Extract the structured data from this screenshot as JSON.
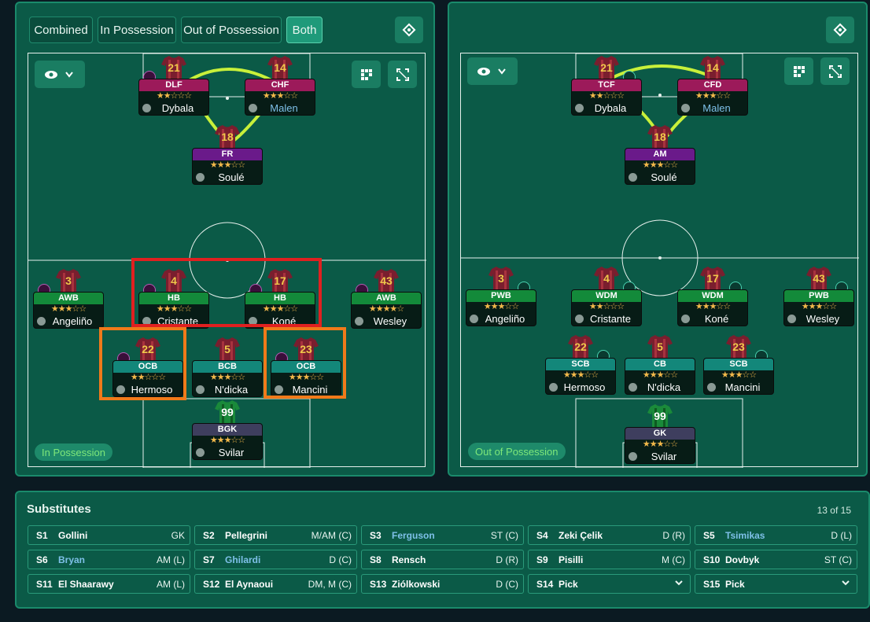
{
  "left": {
    "modes": [
      {
        "label": "Combined",
        "active": false
      },
      {
        "label": "In Possession",
        "active": false
      },
      {
        "label": "Out of Possession",
        "active": false
      },
      {
        "label": "Both",
        "active": true
      }
    ],
    "phase_label": "In Possession",
    "players": [
      {
        "num": "21",
        "role": "DLF",
        "stars": "★★☆☆☆",
        "name": "Dybala",
        "color": "pink",
        "badge": "left"
      },
      {
        "num": "14",
        "role": "CHF",
        "stars": "★★★☆☆",
        "name": "Malen",
        "color": "pink",
        "name_blue": true
      },
      {
        "num": "18",
        "role": "FR",
        "stars": "★★★☆☆",
        "name": "Soulé",
        "color": "purple"
      },
      {
        "num": "3",
        "role": "AWB",
        "stars": "★★★☆☆",
        "name": "Angeliño",
        "color": "green",
        "badge": "left"
      },
      {
        "num": "4",
        "role": "HB",
        "stars": "★★★☆☆",
        "name": "Cristante",
        "color": "green",
        "badge": "left"
      },
      {
        "num": "17",
        "role": "HB",
        "stars": "★★★☆☆",
        "name": "Koné",
        "color": "green",
        "badge": "left"
      },
      {
        "num": "43",
        "role": "AWB",
        "stars": "★★★★☆",
        "name": "Wesley",
        "color": "green",
        "badge": "left"
      },
      {
        "num": "22",
        "role": "OCB",
        "stars": "★★☆☆☆",
        "name": "Hermoso",
        "color": "teal",
        "badge": "left"
      },
      {
        "num": "5",
        "role": "BCB",
        "stars": "★★★☆☆",
        "name": "N'dicka",
        "color": "teal"
      },
      {
        "num": "23",
        "role": "OCB",
        "stars": "★★★☆☆",
        "name": "Mancini",
        "color": "teal",
        "badge": "left"
      },
      {
        "num": "99",
        "role": "BGK",
        "stars": "★★★☆☆",
        "name": "Svilar",
        "color": "gk"
      }
    ]
  },
  "right": {
    "phase_label": "Out of Possession",
    "players": [
      {
        "num": "21",
        "role": "TCF",
        "stars": "★★☆☆☆",
        "name": "Dybala",
        "color": "pink",
        "badge": "right"
      },
      {
        "num": "14",
        "role": "CFD",
        "stars": "★★★☆☆",
        "name": "Malen",
        "color": "pink",
        "name_blue": true
      },
      {
        "num": "18",
        "role": "AM",
        "stars": "★★★☆☆",
        "name": "Soulé",
        "color": "purple"
      },
      {
        "num": "3",
        "role": "PWB",
        "stars": "★★★☆☆",
        "name": "Angeliño",
        "color": "green",
        "badge": "right"
      },
      {
        "num": "4",
        "role": "WDM",
        "stars": "★★☆☆☆",
        "name": "Cristante",
        "color": "green",
        "badge": "right"
      },
      {
        "num": "17",
        "role": "WDM",
        "stars": "★★★☆☆",
        "name": "Koné",
        "color": "green",
        "badge": "right"
      },
      {
        "num": "43",
        "role": "PWB",
        "stars": "★★★☆☆",
        "name": "Wesley",
        "color": "green",
        "badge": "right"
      },
      {
        "num": "22",
        "role": "SCB",
        "stars": "★★★☆☆",
        "name": "Hermoso",
        "color": "teal",
        "badge": "right"
      },
      {
        "num": "5",
        "role": "CB",
        "stars": "★★★☆☆",
        "name": "N'dicka",
        "color": "teal"
      },
      {
        "num": "23",
        "role": "SCB",
        "stars": "★★★☆☆",
        "name": "Mancini",
        "color": "teal",
        "badge": "right"
      },
      {
        "num": "99",
        "role": "GK",
        "stars": "★★★☆☆",
        "name": "Svilar",
        "color": "gk"
      }
    ]
  },
  "subs": {
    "title": "Substitutes",
    "count": "13 of 15",
    "items": [
      {
        "slot": "S1",
        "name": "Gollini",
        "pos": "GK"
      },
      {
        "slot": "S2",
        "name": "Pellegrini",
        "pos": "M/AM (C)"
      },
      {
        "slot": "S3",
        "name": "Ferguson",
        "pos": "ST (C)",
        "blue": true
      },
      {
        "slot": "S4",
        "name": "Zeki Çelik",
        "pos": "D (R)"
      },
      {
        "slot": "S5",
        "name": "Tsimikas",
        "pos": "D (L)",
        "blue": true
      },
      {
        "slot": "S6",
        "name": "Bryan",
        "pos": "AM (L)",
        "blue": true
      },
      {
        "slot": "S7",
        "name": "Ghilardi",
        "pos": "D (C)",
        "blue": true
      },
      {
        "slot": "S8",
        "name": "Rensch",
        "pos": "D (R)"
      },
      {
        "slot": "S9",
        "name": "Pisilli",
        "pos": "M (C)"
      },
      {
        "slot": "S10",
        "name": "Dovbyk",
        "pos": "ST (C)"
      },
      {
        "slot": "S11",
        "name": "El Shaarawy",
        "pos": "AM (L)"
      },
      {
        "slot": "S12",
        "name": "El Aynaoui",
        "pos": "DM, M (C)"
      },
      {
        "slot": "S13",
        "name": "Ziólkowski",
        "pos": "D (C)"
      },
      {
        "slot": "S14",
        "name": "Pick",
        "pos": "",
        "dropdown": true
      },
      {
        "slot": "S15",
        "name": "Pick",
        "pos": "",
        "dropdown": true
      }
    ]
  },
  "colors": {
    "panel": "#0b5a47",
    "accent": "#1f9a7a",
    "highlight_red": "#e02020",
    "highlight_orange": "#f07a1a",
    "star": "#f2b84a",
    "link_line": "#c8f03a"
  },
  "icons": {
    "eye": "eye-icon",
    "chevron": "chevron-down-icon",
    "grid": "grid-icon",
    "expand": "expand-icon",
    "tactics": "tactics-board-icon"
  }
}
